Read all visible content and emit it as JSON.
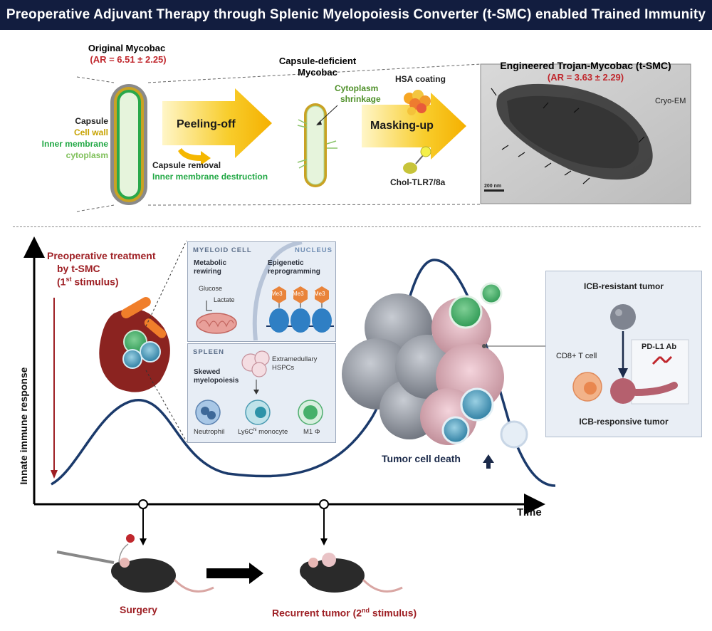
{
  "title": "Preoperative Adjuvant Therapy through Splenic Myelopoiesis Converter (t-SMC) enabled Trained Immunity",
  "top": {
    "original": {
      "title": "Original Mycobac",
      "ar": "(AR = 6.51 ± 2.25)"
    },
    "layers": {
      "capsule": "Capsule",
      "cell_wall": "Cell wall",
      "inner_membrane": "Inner membrane",
      "cytoplasm": "cytoplasm"
    },
    "peeling": {
      "label": "Peeling-off",
      "removal": "Capsule removal",
      "destruction": "Inner membrane destruction"
    },
    "deficient": {
      "title_line1": "Capsule-deficient",
      "title_line2": "Mycobac",
      "shrink_line1": "Cytoplasm",
      "shrink_line2": "shrinkage"
    },
    "masking": {
      "label": "Masking-up",
      "hsa": "HSA coating",
      "chol": "Chol-TLR7/8a"
    },
    "engineered": {
      "title": "Engineered Trojan-Mycobac (t-SMC)",
      "ar": "(AR = 3.63 ± 2.29)",
      "cryo": "Cryo-EM",
      "scale": "200 nm"
    }
  },
  "bottom": {
    "y_axis": "Innate immune response",
    "x_axis": "Time",
    "preop_line1": "Preoperative treatment",
    "preop_line2": "by t-SMC",
    "preop_line3_pre": "(1",
    "preop_line3_sup": "st",
    "preop_line3_post": " stimulus)",
    "myeloid": {
      "label": "MYELOID CELL",
      "nucleus": "NUCLEUS",
      "metabolic_line1": "Metabolic",
      "metabolic_line2": "rewiring",
      "glucose": "Glucose",
      "lactate": "Lactate",
      "epi_line1": "Epigenetic",
      "epi_line2": "reprogramming",
      "me3": "Me3"
    },
    "spleen": {
      "label": "SPLEEN",
      "skewed_line1": "Skewed",
      "skewed_line2": "myelopoiesis",
      "hspc_line1": "Extramedullary",
      "hspc_line2": "HSPCs",
      "neutrophil": "Neutrophil",
      "monocyte_pre": "Ly6C",
      "monocyte_sup": "hi",
      "monocyte_post": " monocyte",
      "m1": "M1 Φ"
    },
    "tumor_death": "Tumor cell death",
    "icb": {
      "resistant": "ICB-resistant tumor",
      "cd8": "CD8+ T cell",
      "pdl1": "PD-L1 Ab",
      "responsive": "ICB-responsive tumor"
    },
    "surgery": "Surgery",
    "recurrent_pre": "Recurrent tumor (2",
    "recurrent_sup": "nd",
    "recurrent_post": " stimulus)"
  },
  "colors": {
    "title_bg": "#121d3f",
    "red": "#c0272d",
    "dark_red": "#9e1f24",
    "curve": "#1b3a6b",
    "arrow_gold": "#f5b700"
  }
}
